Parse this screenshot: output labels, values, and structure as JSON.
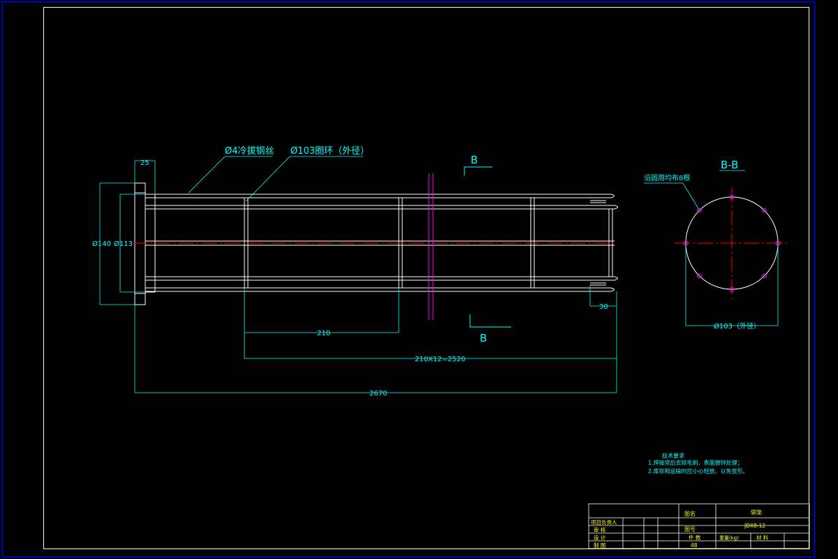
{
  "colors": {
    "background": "#000000",
    "frame": "#0000ff",
    "part": "#ffffff",
    "dimension": "#00ffff",
    "centerline": "#ff0000",
    "section_plane": "#ff00ff",
    "text_table": "#ffff00"
  },
  "labels": {
    "wire_leader": "Ø4冷拔钢丝",
    "ring_leader": "Ø103圈环（外径）",
    "section_mark": "B",
    "section_title": "B-B",
    "circle_note": "沿圆周均布8根",
    "circle_dim": "Ø103（外径）"
  },
  "dimensions": {
    "top_width": "25",
    "dia_outer": "Ø140",
    "dia_inner": "Ø113",
    "pitch": "210",
    "pitch_total": "210X12=2520",
    "overall": "2670",
    "end_gap": "30"
  },
  "notes": {
    "title": "技术要求",
    "line1": "1.焊接完后去除毛刺，表面镀锌处理；",
    "line2": "2.库存和运输时应小心轻放，以免变形。"
  },
  "title_block": {
    "drawing_name_label": "图名",
    "drawing_name": "袋笼",
    "drawing_no_label": "图号",
    "drawing_no": "JDX8-12",
    "project_lead": "项目负责人",
    "check": "审 核",
    "design": "设 计",
    "draw": "制 图",
    "quantity_label": "件 数",
    "quantity": "48",
    "weight_label": "重量(kg)",
    "material_label": "材 料"
  }
}
